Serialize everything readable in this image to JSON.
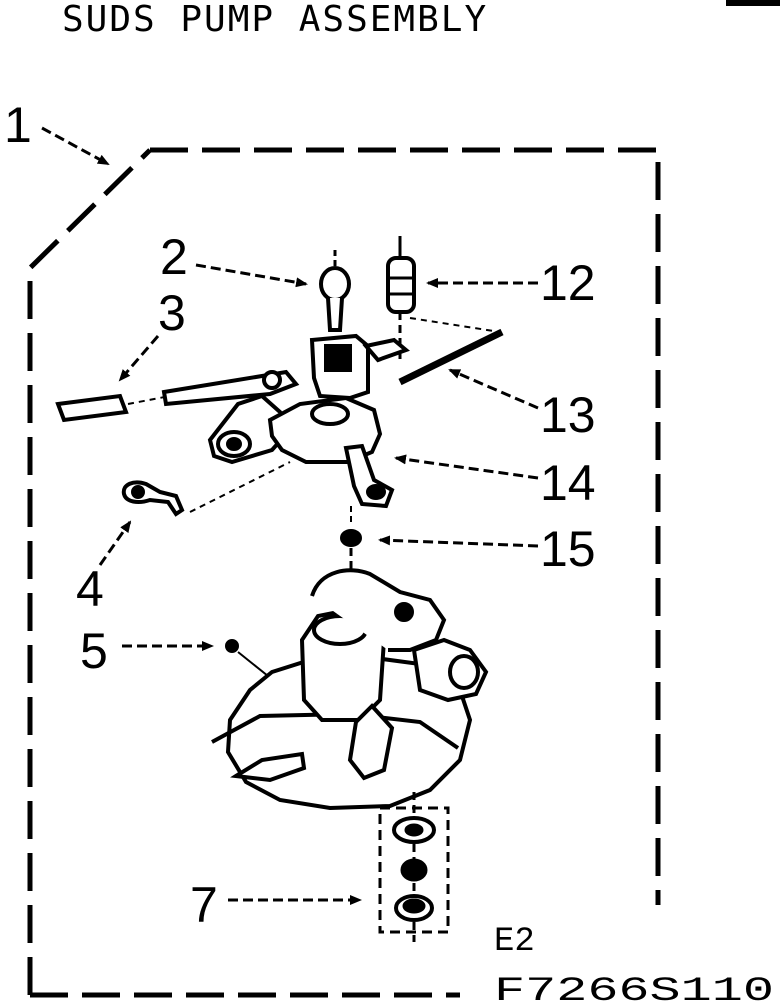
{
  "title": "SUDS PUMP ASSEMBLY",
  "callouts": {
    "c1": "1",
    "c2": "2",
    "c3": "3",
    "c4": "4",
    "c5": "5",
    "c7": "7",
    "c12": "12",
    "c13": "13",
    "c14": "14",
    "c15": "15"
  },
  "footer": {
    "section_code": "E2",
    "part_code": "F7266S110"
  },
  "colors": {
    "ink": "#000000",
    "paper": "#ffffff"
  }
}
